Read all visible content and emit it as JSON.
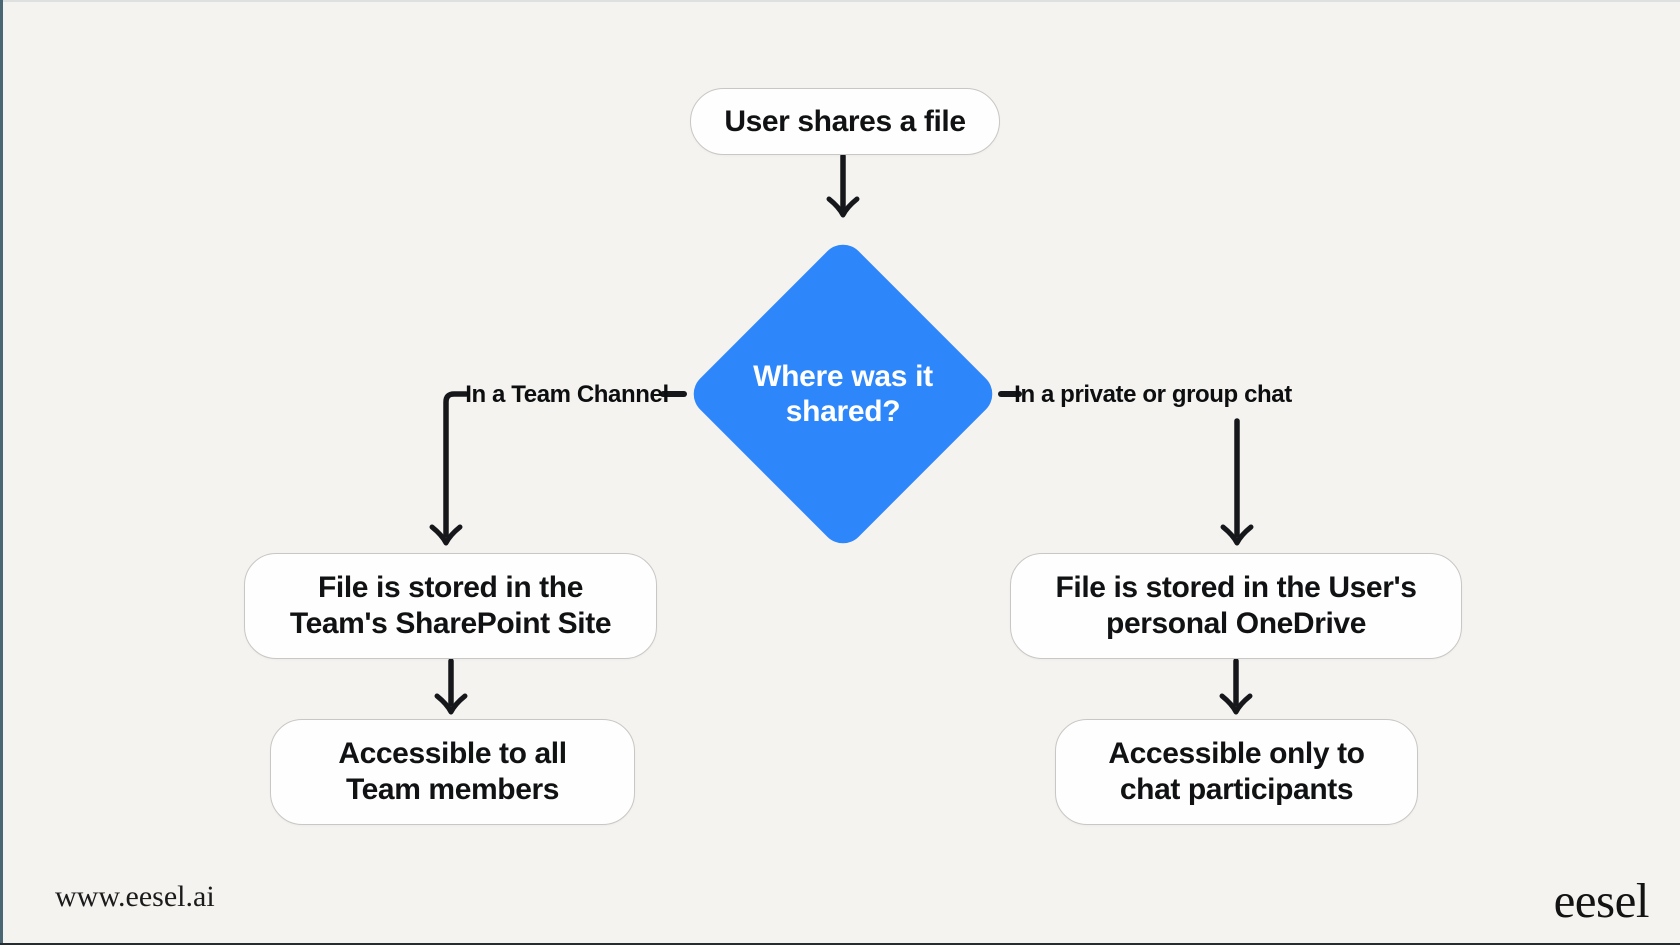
{
  "page": {
    "background_color": "#f4f3f0",
    "accent_blue": "#2e86fb",
    "line_color": "#15171a",
    "node_border_color": "#c9c7c4"
  },
  "flowchart": {
    "start": {
      "label": "User shares a file"
    },
    "decision": {
      "line1": "Where was it",
      "line2": "shared?"
    },
    "branches": {
      "left": {
        "condition": "In a Team Channel",
        "steps": [
          {
            "line1": "File is stored in the",
            "line2": "Team's SharePoint Site"
          },
          {
            "line1": "Accessible to all",
            "line2": "Team members"
          }
        ]
      },
      "right": {
        "condition": "In a private or group chat",
        "steps": [
          {
            "line1": "File is stored in the User's",
            "line2": "personal OneDrive"
          },
          {
            "line1": "Accessible only to",
            "line2": "chat participants"
          }
        ]
      }
    }
  },
  "footer": {
    "website": "www.eesel.ai",
    "logo": "eesel"
  }
}
